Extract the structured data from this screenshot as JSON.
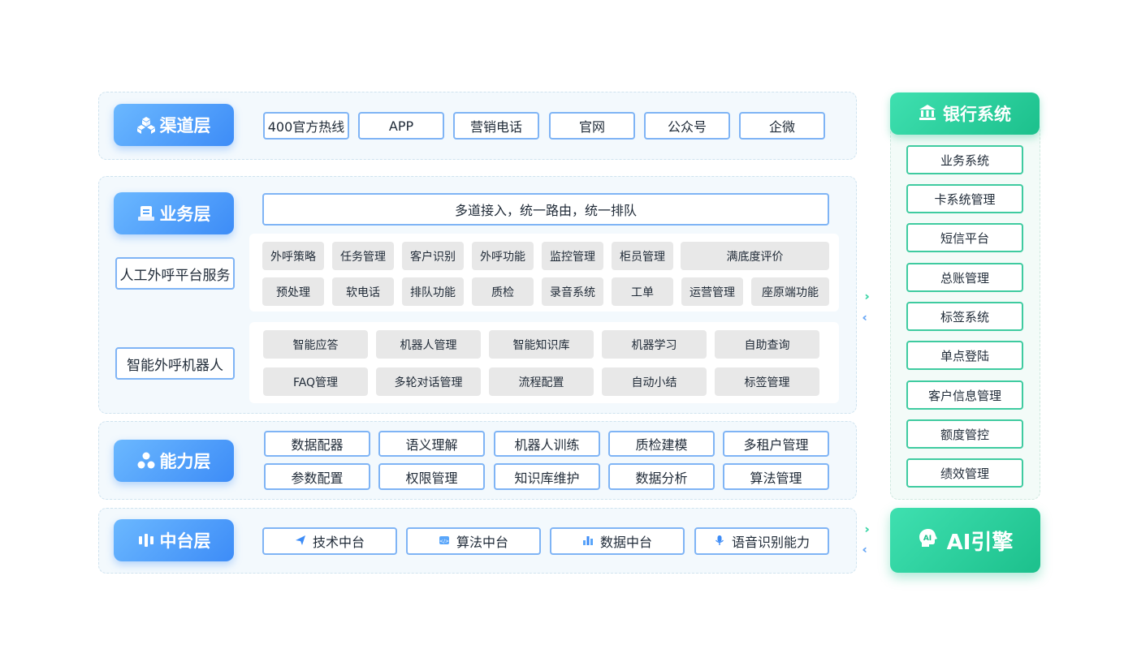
{
  "channel_layer": {
    "title": "渠道层",
    "items": [
      "400官方热线",
      "APP",
      "营销电话",
      "官网",
      "公众号",
      "企微"
    ]
  },
  "business_layer": {
    "title": "业务层",
    "banner": "多道接入，统一路由，统一排队",
    "manual_label": "人工外呼平台服务",
    "manual_row1": [
      "外呼策略",
      "任务管理",
      "客户识别",
      "外呼功能",
      "监控管理",
      "柜员管理",
      "满底度评价"
    ],
    "manual_row2": [
      "预处理",
      "软电话",
      "排队功能",
      "质检",
      "录音系统",
      "工单",
      "运营管理",
      "座原端功能"
    ],
    "robot_label": "智能外呼机器人",
    "robot_row1": [
      "智能应答",
      "机器人管理",
      "智能知识库",
      "机器学习",
      "自助查询"
    ],
    "robot_row2": [
      "FAQ管理",
      "多轮对话管理",
      "流程配置",
      "自动小结",
      "标签管理"
    ]
  },
  "capability_layer": {
    "title": "能力层",
    "row1": [
      "数据配器",
      "语义理解",
      "机器人训练",
      "质检建模",
      "多租户管理"
    ],
    "row2": [
      "参数配置",
      "权限管理",
      "知识库维护",
      "数据分析",
      "算法管理"
    ]
  },
  "middle_layer": {
    "title": "中台层",
    "items": [
      {
        "label": "技术中台",
        "icon": "send-icon"
      },
      {
        "label": "算法中台",
        "icon": "code-icon"
      },
      {
        "label": "数据中台",
        "icon": "bar-chart-icon"
      },
      {
        "label": "语音识别能力",
        "icon": "microphone-icon"
      }
    ]
  },
  "bank_system": {
    "title": "银行系统",
    "items": [
      "业务系统",
      "卡系统管理",
      "短信平台",
      "总账管理",
      "标签系统",
      "单点登陆",
      "客户信息管理",
      "额度管控",
      "绩效管理"
    ]
  },
  "ai_engine": {
    "title": "AI引擎"
  },
  "colors": {
    "blue_accent": "#3d8cf7",
    "green_accent": "#1cc08c",
    "arrow_green": "#3fd6a8",
    "arrow_blue": "#6aa8f5"
  }
}
